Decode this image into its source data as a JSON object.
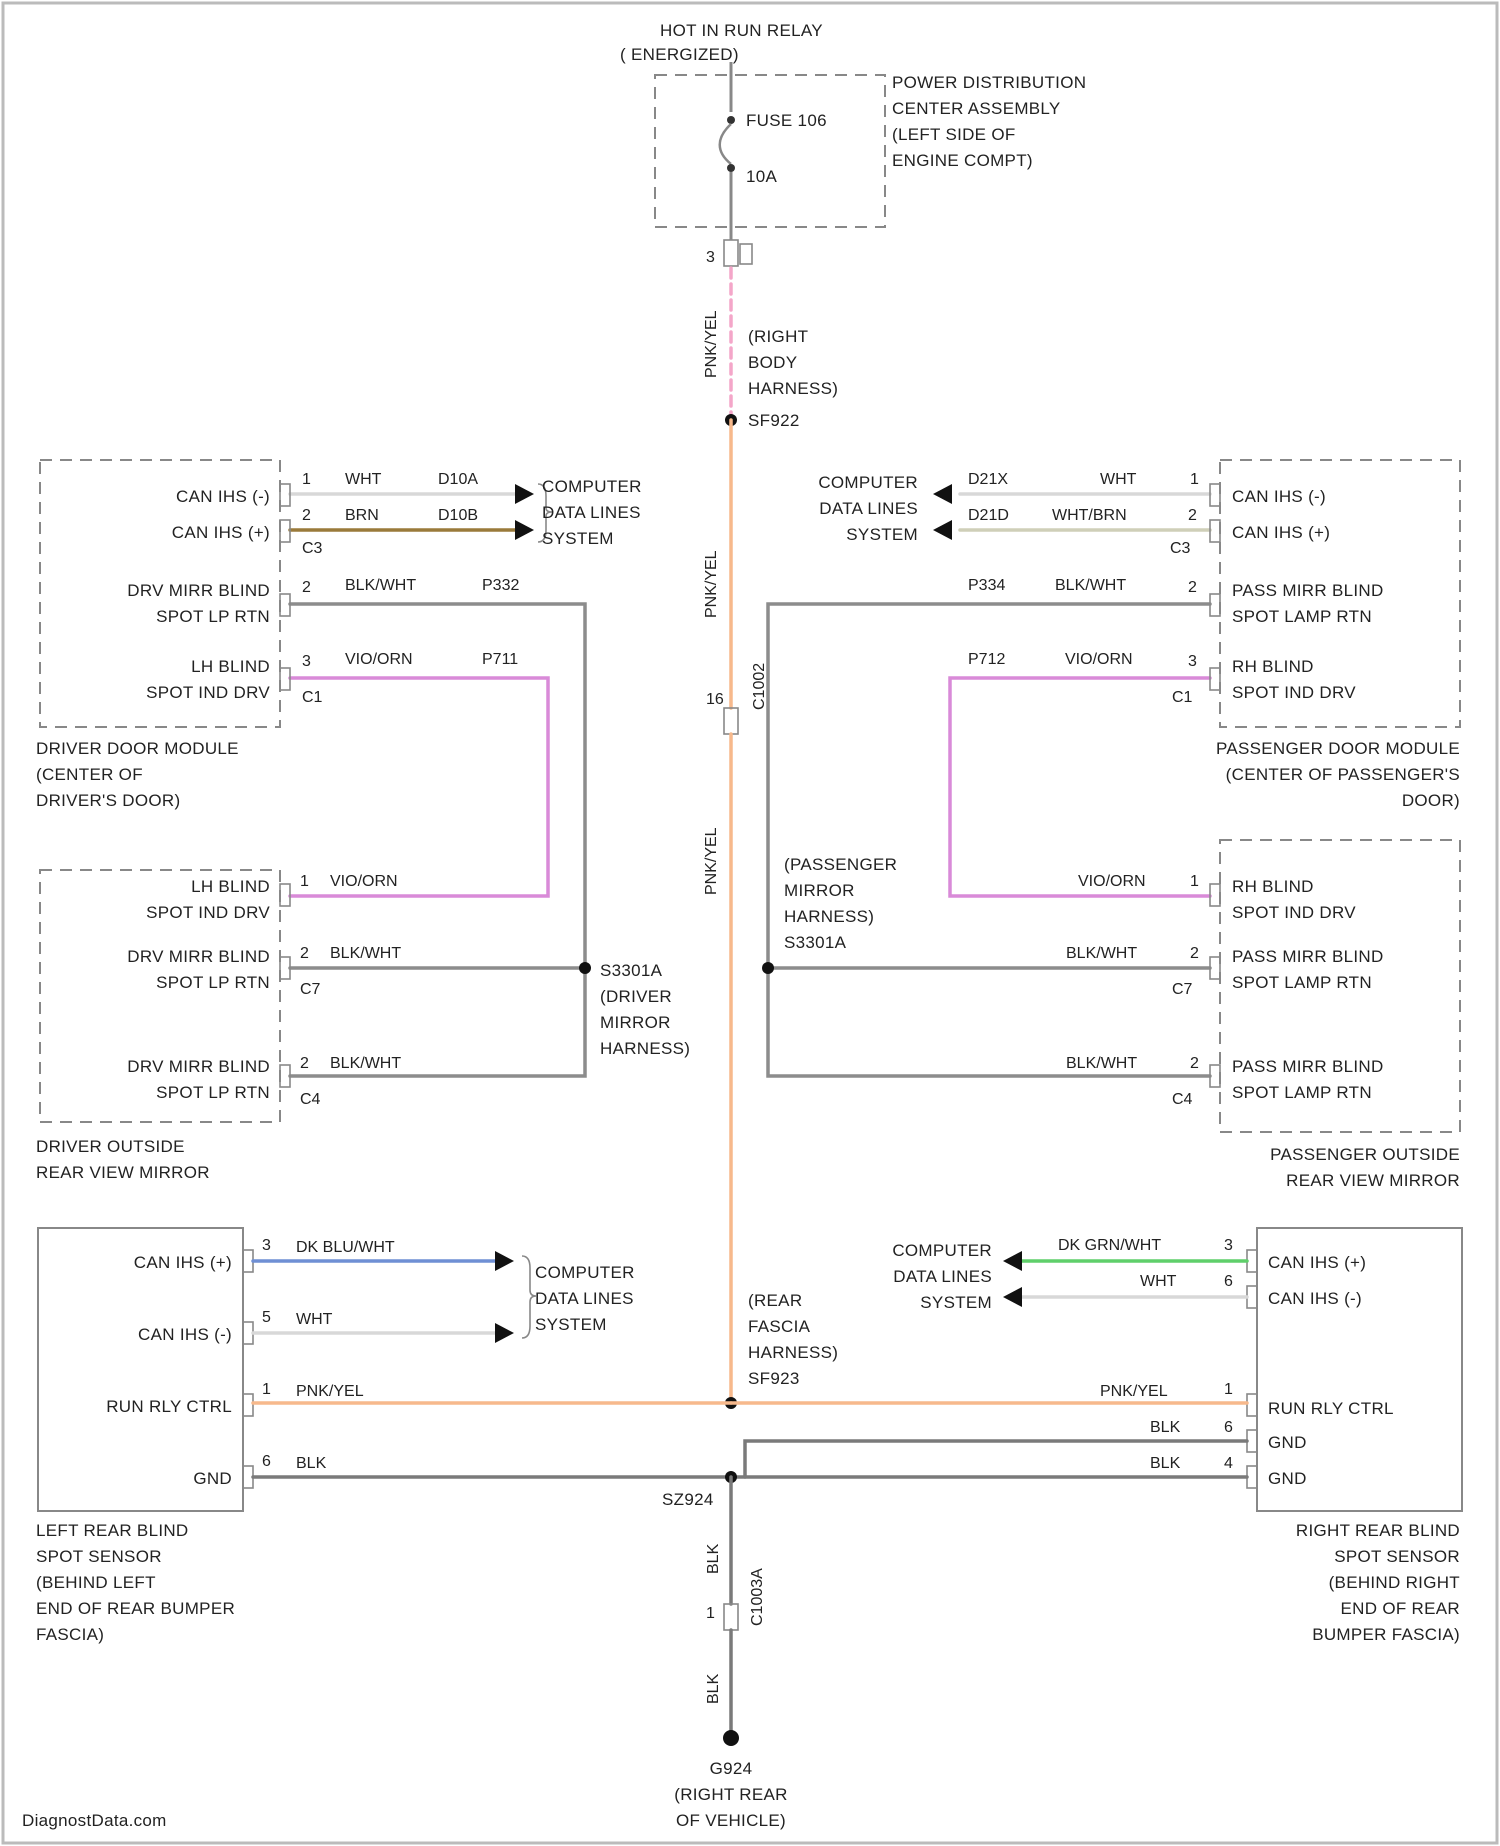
{
  "colors": {
    "pnk_yel": "#f7b98c",
    "pnk_yel_dash": "#f4a6c9",
    "vio_orn": "#d98ad8",
    "blk_wht": "#8c8c8c",
    "brn": "#9a7a3a",
    "wht": "#d8d8d8",
    "wht_brn": "#cfcfb8",
    "dk_blu_wht": "#6f8fd4",
    "dk_grn_wht": "#5fcf6a",
    "blk": "#7a7a7a",
    "box": "#888888"
  },
  "top": {
    "relay_line1": "HOT IN RUN RELAY",
    "relay_line2": "( ENERGIZED)",
    "fuse_label": "FUSE 106",
    "fuse_rating": "10A",
    "pdc_line1": "POWER DISTRIBUTION",
    "pdc_line2": "CENTER ASSEMBLY",
    "pdc_line3": "(LEFT SIDE OF",
    "pdc_line4": "ENGINE COMPT)",
    "conn_pin": "3",
    "wire1": "PNK/YEL",
    "harness1_line1": "(RIGHT",
    "harness1_line2": "BODY",
    "harness1_line3": "HARNESS)",
    "splice1": "SF922",
    "wire2": "PNK/YEL",
    "wire3": "PNK/YEL",
    "inline_conn": "16",
    "inline_conn_id": "C1002",
    "splice2_line1": "(REAR",
    "splice2_line2": "FASCIA",
    "splice2_line3": "HARNESS)",
    "splice2_line4": "SF923",
    "gnd_splice": "SZ924",
    "gnd_wire1": "BLK",
    "gnd_conn": "C1003A",
    "gnd_pin": "1",
    "gnd_wire2": "BLK",
    "ground_line1": "G924",
    "ground_line2": "(RIGHT REAR",
    "ground_line3": "OF VEHICLE)"
  },
  "left_door": {
    "pin1": "1",
    "pin1_label": "CAN IHS (-)",
    "pin1_color": "WHT",
    "pin1_circuit": "D10A",
    "pin2": "2",
    "pin2_label": "CAN IHS (+)",
    "pin2_color": "BRN",
    "pin2_circuit": "D10B",
    "conn_top": "C3",
    "cdl_line1": "COMPUTER",
    "cdl_line2": "DATA LINES",
    "cdl_line3": "SYSTEM",
    "pin3": "2",
    "pin3_label1": "DRV MIRR BLIND",
    "pin3_label2": "SPOT LP RTN",
    "pin3_color": "BLK/WHT",
    "pin3_circuit": "P332",
    "pin4": "3",
    "pin4_label1": "LH BLIND",
    "pin4_label2": "SPOT IND DRV",
    "pin4_color": "VIO/ORN",
    "pin4_circuit": "P711",
    "conn_bottom": "C1",
    "name_line1": "DRIVER DOOR MODULE",
    "name_line2": "(CENTER OF",
    "name_line3": "DRIVER'S DOOR)"
  },
  "left_mirror": {
    "pin1": "1",
    "pin1_label1": "LH BLIND",
    "pin1_label2": "SPOT IND DRV",
    "pin1_color": "VIO/ORN",
    "pin2": "2",
    "pin2_label1": "DRV MIRR BLIND",
    "pin2_label2": "SPOT LP RTN",
    "pin2_color": "BLK/WHT",
    "conn1": "C7",
    "pin3": "2",
    "pin3_label1": "DRV MIRR BLIND",
    "pin3_label2": "SPOT LP RTN",
    "pin3_color": "BLK/WHT",
    "conn2": "C4",
    "splice_line1": "S3301A",
    "splice_line2": "(DRIVER",
    "splice_line3": "MIRROR",
    "splice_line4": "HARNESS)",
    "name_line1": "DRIVER OUTSIDE",
    "name_line2": "REAR VIEW MIRROR"
  },
  "right_door": {
    "pin1": "1",
    "pin1_label": "CAN IHS (-)",
    "pin1_color": "WHT",
    "pin1_circuit": "D21X",
    "pin2": "2",
    "pin2_label": "CAN IHS (+)",
    "pin2_color": "WHT/BRN",
    "pin2_circuit": "D21D",
    "conn_top": "C3",
    "cdl_line1": "COMPUTER",
    "cdl_line2": "DATA LINES",
    "cdl_line3": "SYSTEM",
    "pin3": "2",
    "pin3_label1": "PASS MIRR BLIND",
    "pin3_label2": "SPOT LAMP RTN",
    "pin3_color": "BLK/WHT",
    "pin3_circuit": "P334",
    "pin4": "3",
    "pin4_label1": "RH BLIND",
    "pin4_label2": "SPOT IND DRV",
    "pin4_color": "VIO/ORN",
    "pin4_circuit": "P712",
    "conn_bottom": "C1",
    "name_line1": "PASSENGER DOOR MODULE",
    "name_line2": "(CENTER OF PASSENGER'S",
    "name_line3": "DOOR)"
  },
  "right_mirror": {
    "pin1": "1",
    "pin1_label1": "RH BLIND",
    "pin1_label2": "SPOT IND DRV",
    "pin1_color": "VIO/ORN",
    "pin2": "2",
    "pin2_label1": "PASS MIRR BLIND",
    "pin2_label2": "SPOT LAMP RTN",
    "pin2_color": "BLK/WHT",
    "conn1": "C7",
    "pin3": "2",
    "pin3_label1": "PASS MIRR BLIND",
    "pin3_label2": "SPOT LAMP RTN",
    "pin3_color": "BLK/WHT",
    "conn2": "C4",
    "splice_line1": "(PASSENGER",
    "splice_line2": "MIRROR",
    "splice_line3": "HARNESS)",
    "splice_line4": "S3301A",
    "name_line1": "PASSENGER OUTSIDE",
    "name_line2": "REAR VIEW MIRROR"
  },
  "left_sensor": {
    "pin1": "3",
    "pin1_label": "CAN IHS (+)",
    "pin1_color": "DK BLU/WHT",
    "pin2": "5",
    "pin2_label": "CAN IHS (-)",
    "pin2_color": "WHT",
    "pin3": "1",
    "pin3_label": "RUN RLY CTRL",
    "pin3_color": "PNK/YEL",
    "pin4": "6",
    "pin4_label": "GND",
    "pin4_color": "BLK",
    "cdl_line1": "COMPUTER",
    "cdl_line2": "DATA LINES",
    "cdl_line3": "SYSTEM",
    "name_line1": "LEFT REAR BLIND",
    "name_line2": "SPOT SENSOR",
    "name_line3": "(BEHIND LEFT",
    "name_line4": "END OF REAR BUMPER",
    "name_line5": "FASCIA)"
  },
  "right_sensor": {
    "pin1": "3",
    "pin1_label": "CAN IHS (+)",
    "pin1_color": "DK GRN/WHT",
    "pin2": "6",
    "pin2_label": "CAN IHS (-)",
    "pin2_color": "WHT",
    "pin3": "1",
    "pin3_label": "RUN RLY CTRL",
    "pin3_color": "PNK/YEL",
    "pin4": "6",
    "pin4_label": "GND",
    "pin4_color": "BLK",
    "pin5": "4",
    "pin5_label": "GND",
    "pin5_color": "BLK",
    "cdl_line1": "COMPUTER",
    "cdl_line2": "DATA LINES",
    "cdl_line3": "SYSTEM",
    "name_line1": "RIGHT REAR BLIND",
    "name_line2": "SPOT SENSOR",
    "name_line3": "(BEHIND RIGHT",
    "name_line4": "END OF REAR",
    "name_line5": "BUMPER FASCIA)"
  },
  "watermark": "DiagnostData.com"
}
